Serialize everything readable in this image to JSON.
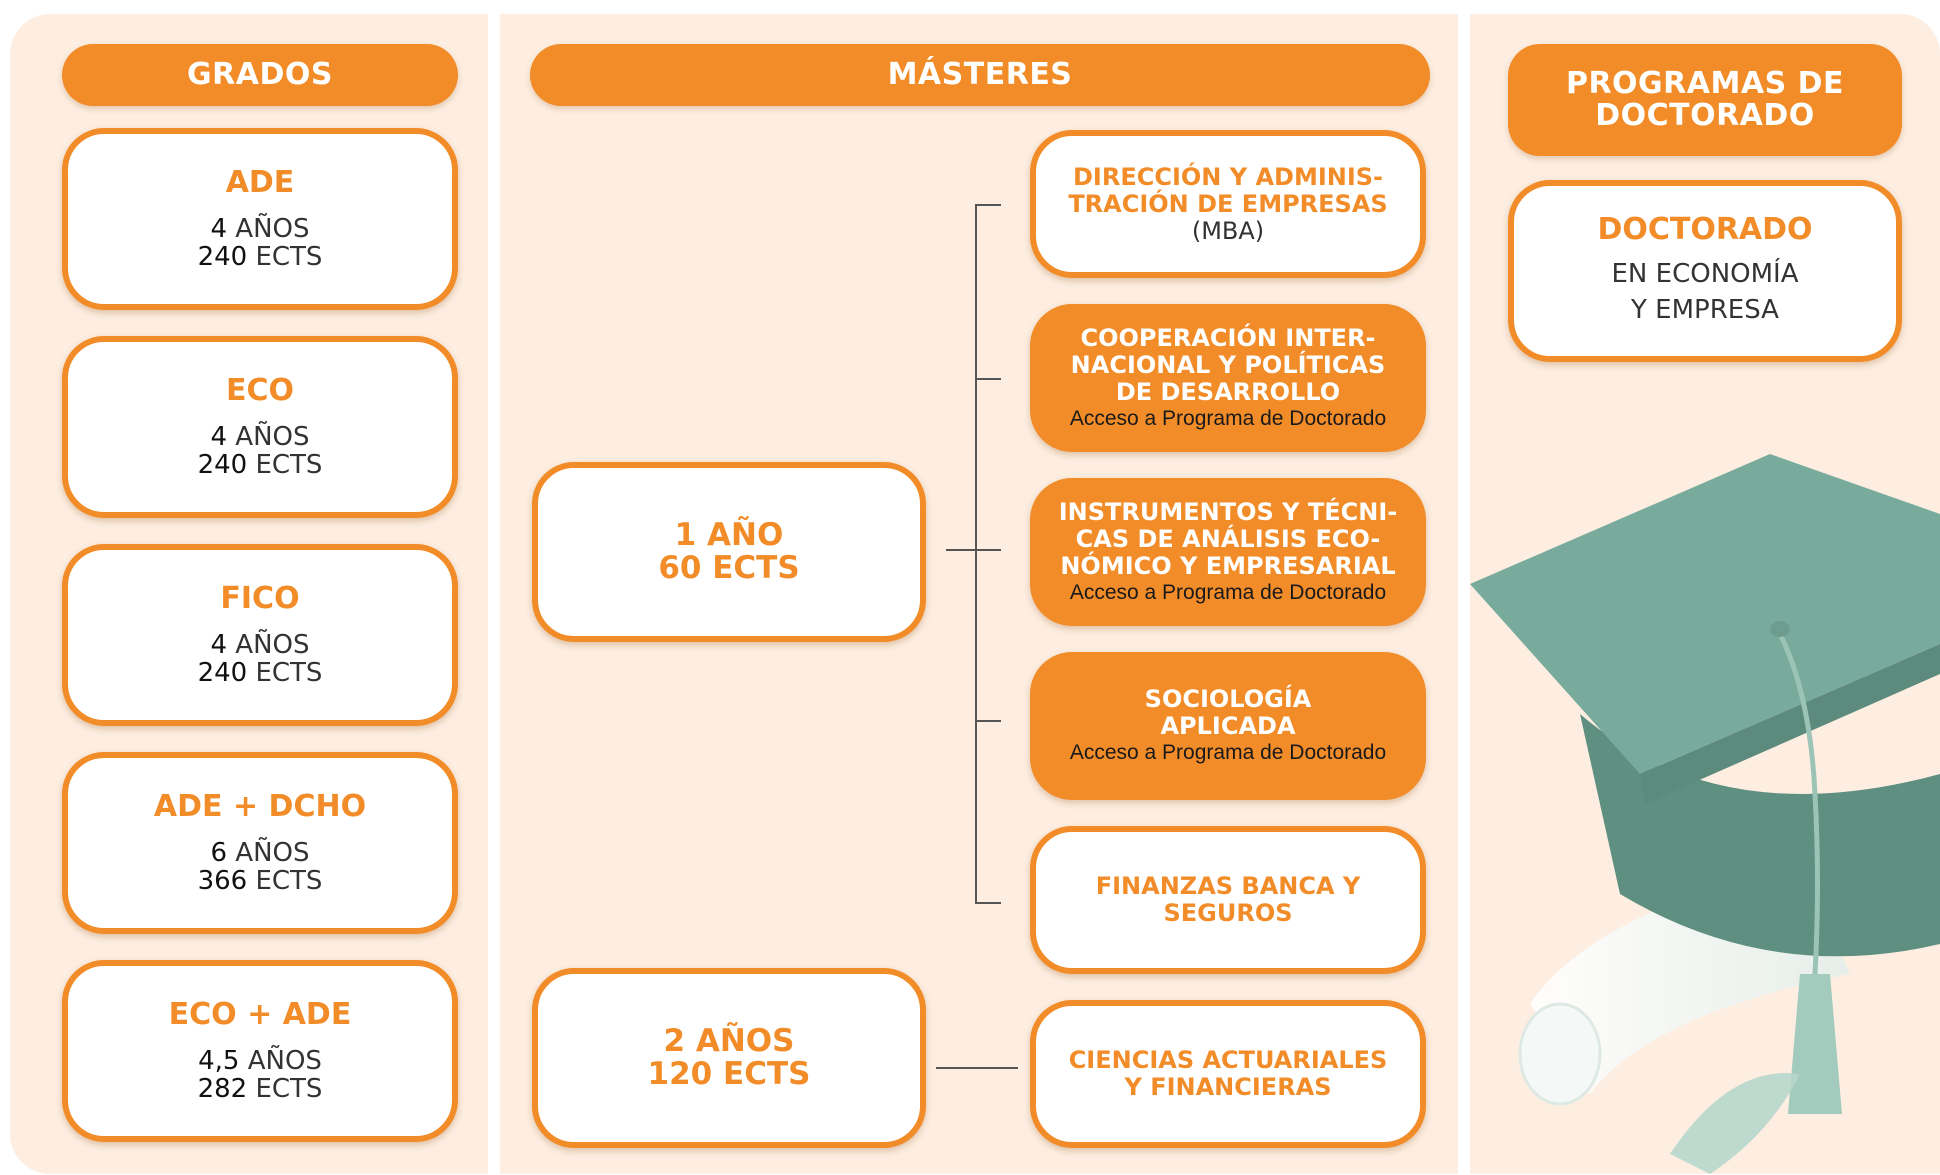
{
  "grados": {
    "header": "GRADOS",
    "items": [
      {
        "title": "ADE",
        "years_num": "4",
        "years_unit": "AÑOS",
        "ects_num": "240",
        "ects_unit": "ECTS"
      },
      {
        "title": "ECO",
        "years_num": "4",
        "years_unit": "AÑOS",
        "ects_num": "240",
        "ects_unit": "ECTS"
      },
      {
        "title": "FICO",
        "years_num": "4",
        "years_unit": "AÑOS",
        "ects_num": "240",
        "ects_unit": "ECTS"
      },
      {
        "title": "ADE + DCHO",
        "years_num": "6",
        "years_unit": "AÑOS",
        "ects_num": "366",
        "ects_unit": "ECTS"
      },
      {
        "title": "ECO + ADE",
        "years_num": "4,5",
        "years_unit": "AÑOS",
        "ects_num": "282",
        "ects_unit": "ECTS"
      }
    ]
  },
  "masteres": {
    "header": "MÁSTERES",
    "one_year": {
      "line1": "1 AÑO",
      "line2": "60 ECTS"
    },
    "two_years": {
      "line1": "2 AÑOS",
      "line2": "120 ECTS"
    },
    "programs": [
      {
        "lines": [
          "DIRECCIÓN Y ADMINIS-",
          "TRACIÓN DE EMPRESAS"
        ],
        "sub": "(MBA)",
        "note": ""
      },
      {
        "lines": [
          "COOPERACIÓN INTER-",
          "NACIONAL Y POLÍTICAS",
          "DE DESARROLLO"
        ],
        "sub": "",
        "note": "Acceso a Programa de Doctorado"
      },
      {
        "lines": [
          "INSTRUMENTOS Y TÉCNI-",
          "CAS DE ANÁLISIS ECO-",
          "NÓMICO Y EMPRESARIAL"
        ],
        "sub": "",
        "note": "Acceso a Programa de Doctorado"
      },
      {
        "lines": [
          "SOCIOLOGÍA",
          "APLICADA"
        ],
        "sub": "",
        "note": "Acceso a Programa de Doctorado"
      },
      {
        "lines": [
          "FINANZAS BANCA Y",
          "SEGUROS"
        ],
        "sub": "",
        "note": ""
      },
      {
        "lines": [
          "CIENCIAS ACTUARIALES",
          "Y FINANCIERAS"
        ],
        "sub": "",
        "note": ""
      }
    ]
  },
  "doctorado": {
    "header_line1": "PROGRAMAS DE",
    "header_line2": "DOCTORADO",
    "title": "DOCTORADO",
    "sub_line1": "EN ECONOMÍA",
    "sub_line2": "Y EMPRESA"
  },
  "colors": {
    "orange": "#f28c28",
    "panel": "#fdeee1",
    "cap": "#76a99a"
  },
  "icons": [
    "graduation-cap-icon"
  ]
}
